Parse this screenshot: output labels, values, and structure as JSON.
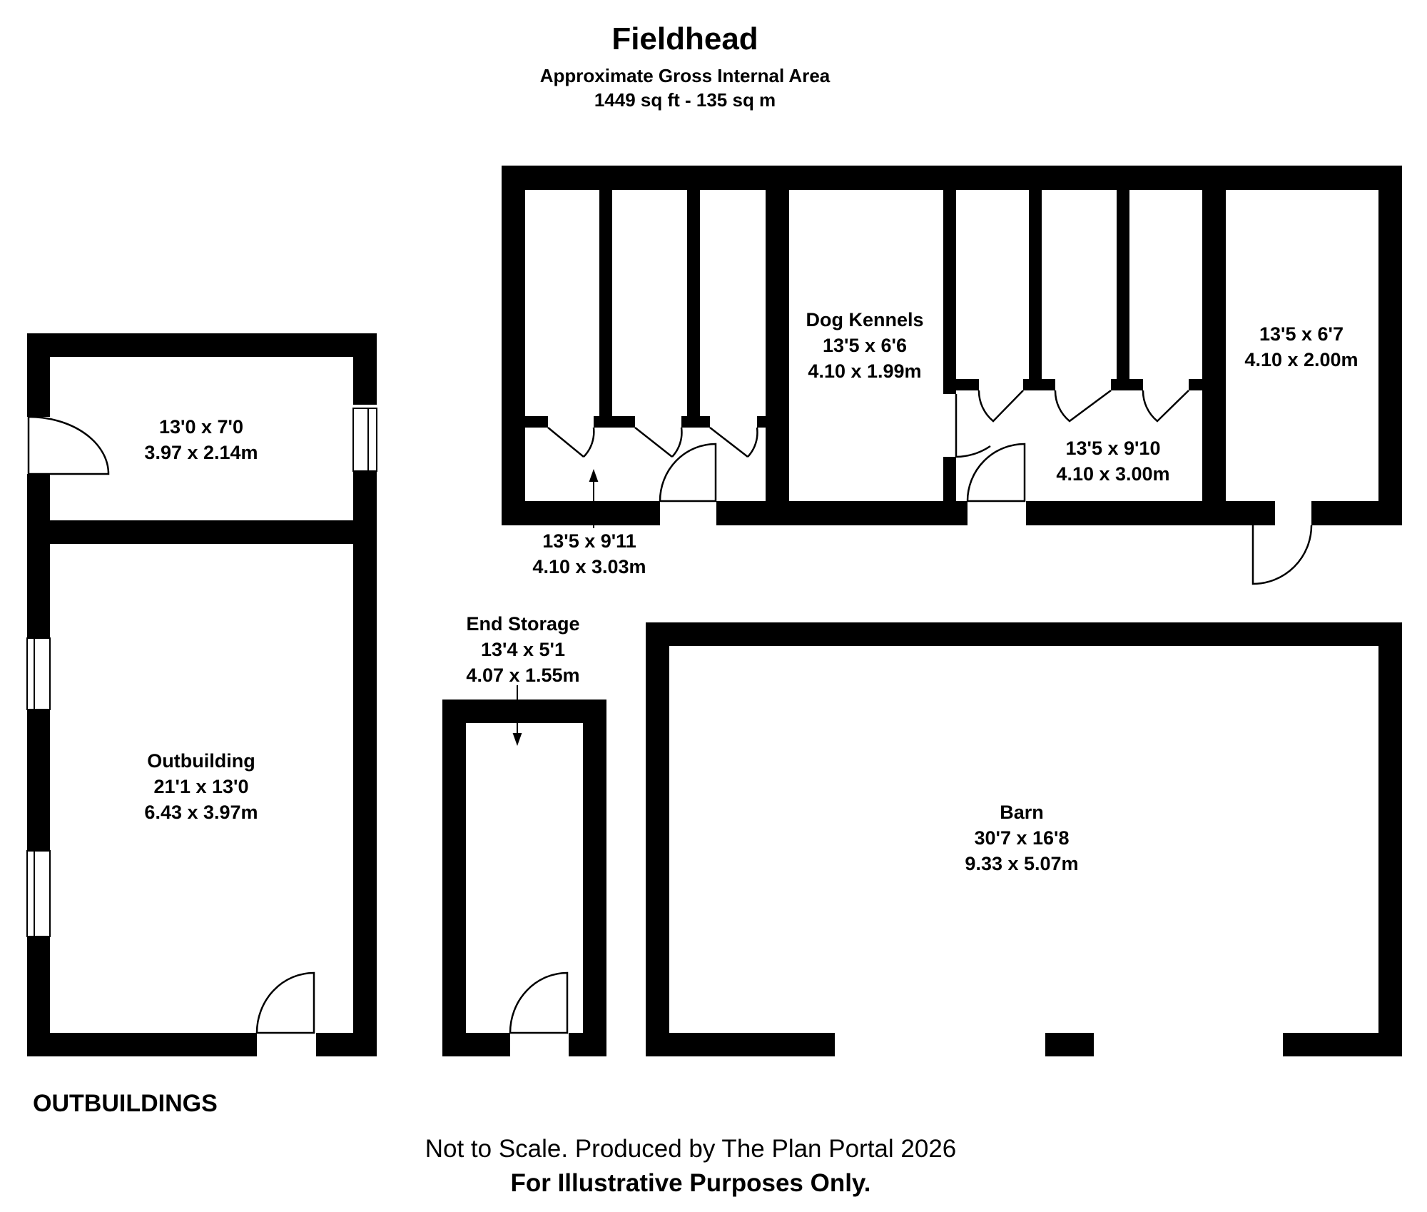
{
  "header": {
    "title": "Fieldhead",
    "area_label": "Approximate Gross Internal Area",
    "area_value": "1449 sq ft - 135 sq m"
  },
  "rooms": {
    "store_top": {
      "dim_imperial": "13'0 x 7'0",
      "dim_metric": "3.97 x 2.14m"
    },
    "outbuilding": {
      "name": "Outbuilding",
      "dim_imperial": "21'1 x 13'0",
      "dim_metric": "6.43 x 3.97m"
    },
    "end_storage": {
      "name": "End Storage",
      "dim_imperial": "13'4 x 5'1",
      "dim_metric": "4.07 x 1.55m"
    },
    "barn": {
      "name": "Barn",
      "dim_imperial": "30'7 x 16'8",
      "dim_metric": "9.33 x 5.07m"
    },
    "kennel_run_left": {
      "dim_imperial": "13'5 x 9'11",
      "dim_metric": "4.10 x 3.03m"
    },
    "dog_kennels": {
      "name": "Dog Kennels",
      "dim_imperial": "13'5 x 6'6",
      "dim_metric": "4.10 x 1.99m"
    },
    "kennel_run_right": {
      "dim_imperial": "13'5 x 9'10",
      "dim_metric": "4.10 x 3.00m"
    },
    "end_room": {
      "dim_imperial": "13'5 x 6'7",
      "dim_metric": "4.10 x 2.00m"
    }
  },
  "section_label": "OUTBUILDINGS",
  "footer": {
    "line1": "Not to Scale. Produced by The Plan Portal 2026",
    "line2": "For Illustrative Purposes Only."
  },
  "colors": {
    "wall": "#000000",
    "background": "#ffffff"
  }
}
